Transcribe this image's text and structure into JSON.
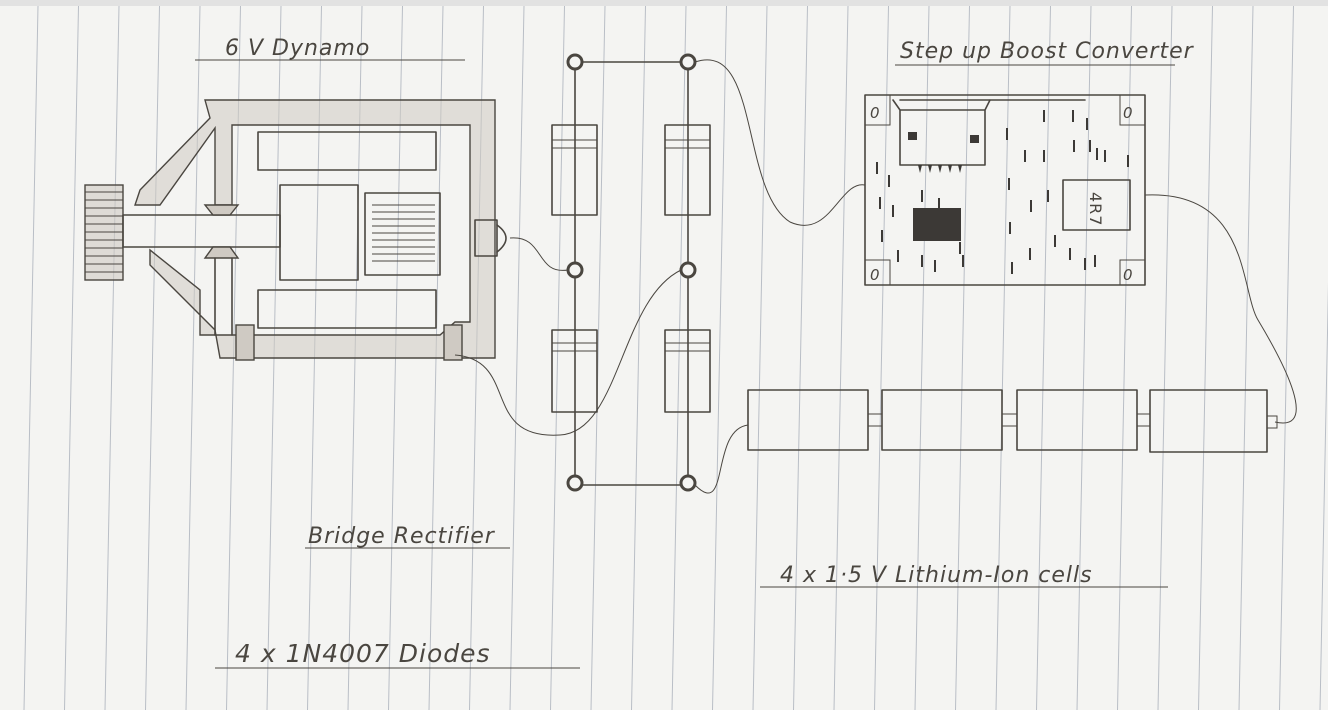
{
  "diagram": {
    "title_dynamo": "6 V Dynamo",
    "title_converter": "Step up Boost Converter",
    "label_rectifier": "Bridge Rectifier",
    "label_diodes": "4 x 1N4007 Diodes",
    "label_cells": "4 x 1·5 V Lithium-Ion cells",
    "inductor_marking": "4R7",
    "mount_hole_marking": "0"
  },
  "colors": {
    "paper": "#f3f3f1",
    "rule_line": "#b9bec6",
    "ink": "#4a4640"
  }
}
